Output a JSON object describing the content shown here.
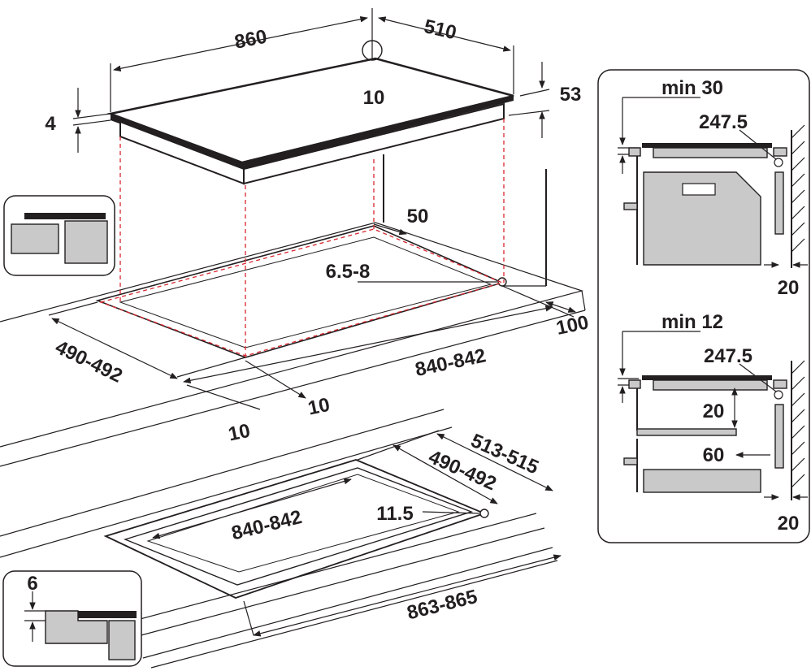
{
  "dims": {
    "width": "860",
    "depth": "510",
    "corner_radius": "10",
    "glass_thickness": "4",
    "overall_height": "53",
    "front_clearance": "50",
    "corner_hole": "6.5-8",
    "back_clearance": "100",
    "cutout_depth": "490-492",
    "cutout_width": "840-842",
    "side_clearance_a": "10",
    "side_clearance_b": "10",
    "flush_outer_depth": "513-515",
    "flush_inner_depth": "490-492",
    "flush_radius": "11.5",
    "flush_inner_width": "840-842",
    "flush_outer_width": "863-865",
    "flush_rebate": "6"
  },
  "side_top": {
    "min_label": "min 30",
    "depth_label": "247.5",
    "wall_gap": "20"
  },
  "side_bottom": {
    "min_label": "min 12",
    "depth_label": "247.5",
    "gap_vertical": "20",
    "gap_horizontal": "60",
    "wall_gap": "20"
  },
  "icons": [
    "arrow-icon",
    "dimension-line-icon"
  ]
}
